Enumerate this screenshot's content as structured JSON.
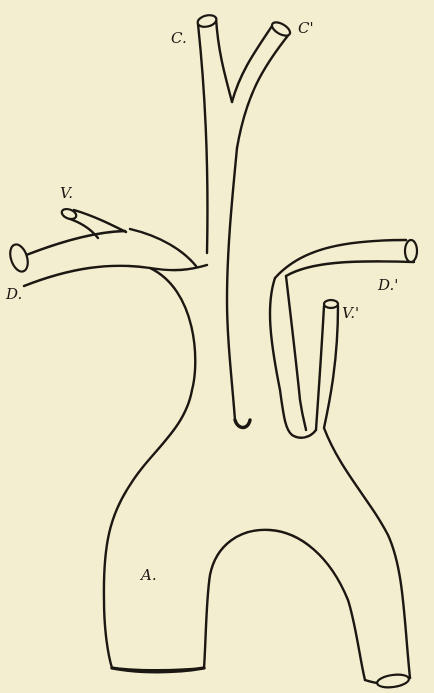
{
  "figure": {
    "labels": {
      "c": "C.",
      "c_prime": "C'",
      "v": "V.",
      "v_prime": "V.'",
      "d": "D.",
      "d_prime": "D.'",
      "a": "A."
    },
    "colors": {
      "paper": "#f4eed0",
      "ink": "#1b1712"
    }
  }
}
